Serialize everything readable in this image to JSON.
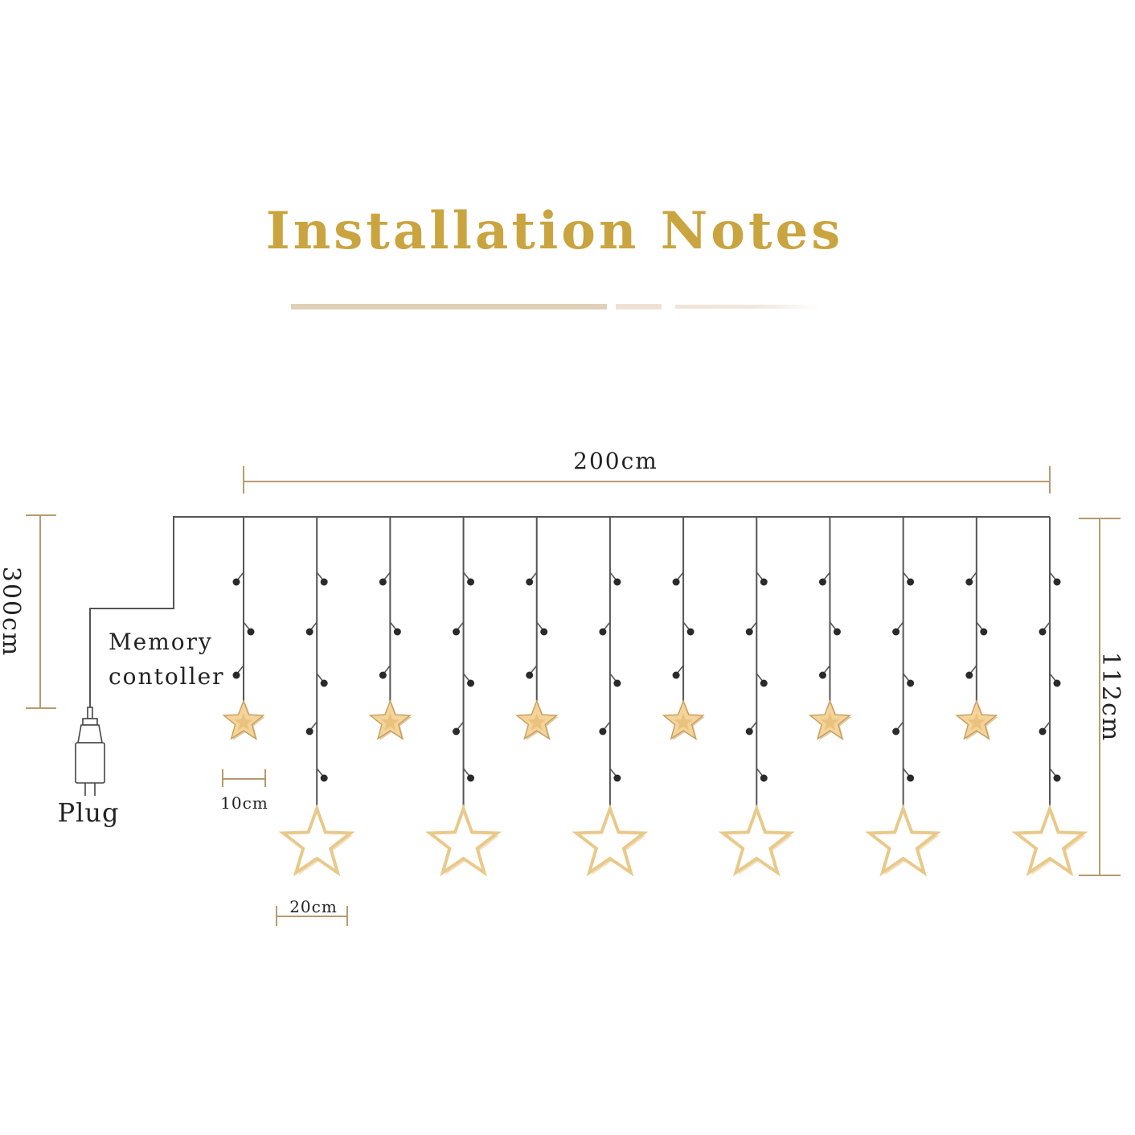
{
  "title": "Installation Notes",
  "labels": {
    "width": "200cm",
    "height": "112cm",
    "cable": "300cm",
    "controller_line1": "Memory",
    "controller_line2": "contoller",
    "plug": "Plug",
    "small_star": "10cm",
    "big_star": "20cm"
  },
  "counts": {
    "strands": 12,
    "small_stars": 6,
    "big_stars": 6
  },
  "colors": {
    "accent": "#c9a43f",
    "dimension": "#b89a6e",
    "wire": "#555555",
    "small_star_fill": "#f3d49a",
    "big_star_outline": "#e9c98a"
  }
}
